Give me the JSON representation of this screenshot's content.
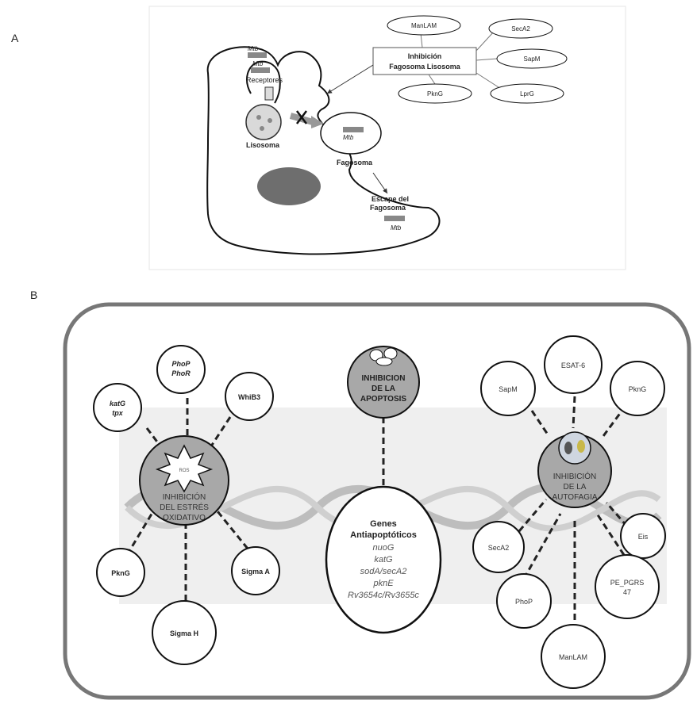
{
  "panel_a": {
    "label": "A",
    "mtb1": "Mtb",
    "mtb2": "Mtb",
    "receptores": "Receptores",
    "lisosoma": "Lisosoma",
    "mtb_fago": "Mtb",
    "fagosoma": "Fagosoma",
    "escape_line1": "Escape del",
    "escape_line2": "Fagosoma",
    "mtb_escape": "Mtb",
    "inhibicion_line1": "Inhibición",
    "inhibicion_line2": "Fagosoma Lisosoma",
    "manlam": "ManLAM",
    "seca2": "SecA2",
    "sapm": "SapM",
    "pkng": "PknG",
    "lprg": "LprG"
  },
  "panel_b": {
    "label": "B",
    "left": {
      "hub_ros": "ROS",
      "hub_line1": "INHIBICIÓN",
      "hub_line2": "DEL ESTRÉS",
      "hub_line3": "OXIDATIVO",
      "katg": "katG",
      "tpx": "tpx",
      "phop": "PhoP",
      "phor": "PhoR",
      "whib3": "WhiB3",
      "pkng": "PknG",
      "sigma_a": "Sigma A",
      "sigma_h": "Sigma H"
    },
    "center": {
      "hub_line1": "INHIBICION",
      "hub_line2": "DE LA",
      "hub_line3": "APOPTOSIS",
      "genes_title1": "Genes",
      "genes_title2": "Antiapoptóticos",
      "gene1": "nuoG",
      "gene2": "katG",
      "gene3": "sodA/secA2",
      "gene4": "pknE",
      "gene5": "Rv3654c/Rv3655c"
    },
    "right": {
      "hub_line1": "INHIBICIÓN",
      "hub_line2": "DE LA",
      "hub_line3": "AUTOFAGIA",
      "esat6": "ESAT-6",
      "sapm": "SapM",
      "pkng": "PknG",
      "seca2": "SecA2",
      "eis": "Eis",
      "phop": "PhoP",
      "pe_line1": "PE_PGRS",
      "pe_line2": "47",
      "manlam": "ManLAM"
    }
  }
}
